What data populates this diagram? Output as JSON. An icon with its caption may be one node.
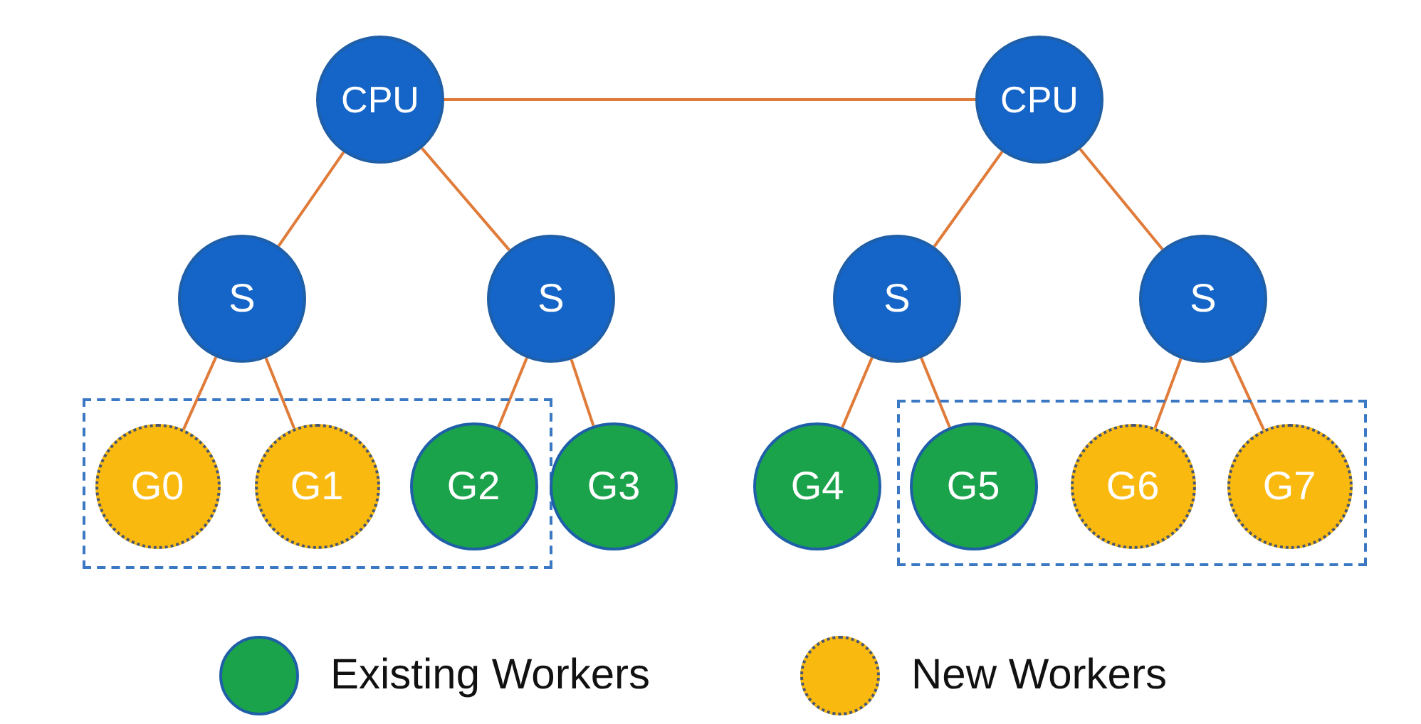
{
  "diagram": {
    "nodes": [
      {
        "text": [
          "CPU"
        ]
      },
      {
        "text": [
          "CPU"
        ]
      },
      {
        "text": [
          "S"
        ]
      },
      {
        "text": [
          "S"
        ]
      },
      {
        "text": [
          "S"
        ]
      },
      {
        "text": [
          "S"
        ]
      },
      {
        "text": [],
        "shape": "box"
      },
      {
        "text": [
          "G0"
        ],
        "in": 6
      },
      {
        "text": [
          "G1"
        ],
        "in": 6
      },
      {
        "text": [
          "G2"
        ],
        "in": 6
      },
      {
        "text": [
          "G3"
        ]
      },
      {
        "text": [
          "G4"
        ]
      },
      {
        "text": [],
        "shape": "box"
      },
      {
        "text": [
          "G5"
        ],
        "in": 12
      },
      {
        "text": [
          "G6"
        ],
        "in": 12
      },
      {
        "text": [
          "G7"
        ],
        "in": 12
      }
    ],
    "edges": [
      {
        "from": 0,
        "to": 1,
        "arrow": "none"
      },
      {
        "from": 0,
        "to": 2,
        "arrow": "none"
      },
      {
        "from": 0,
        "to": 3,
        "arrow": "none"
      },
      {
        "from": 1,
        "to": 4,
        "arrow": "none"
      },
      {
        "from": 1,
        "to": 5,
        "arrow": "none"
      },
      {
        "from": 2,
        "to": 7,
        "arrow": "none"
      },
      {
        "from": 2,
        "to": 8,
        "arrow": "none"
      },
      {
        "from": 3,
        "to": 9,
        "arrow": "none"
      },
      {
        "from": 3,
        "to": 10,
        "arrow": "none"
      },
      {
        "from": 4,
        "to": 11,
        "arrow": "none"
      },
      {
        "from": 4,
        "to": 13,
        "arrow": "none"
      },
      {
        "from": 5,
        "to": 14,
        "arrow": "none"
      },
      {
        "from": 5,
        "to": 15,
        "arrow": "none"
      }
    ],
    "legend": [
      {
        "text": "Existing Workers",
        "color": "#1aa34a"
      },
      {
        "text": "New Workers",
        "color": "#f9b90f"
      }
    ]
  }
}
